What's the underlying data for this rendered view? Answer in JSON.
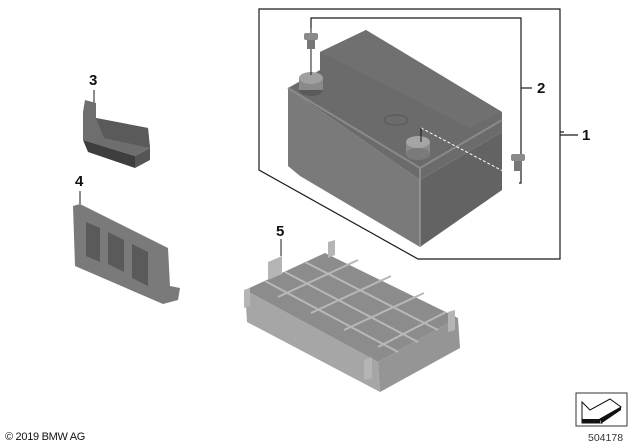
{
  "diagram": {
    "type": "parts-exploded-view",
    "subject": "Battery assembly",
    "callouts": [
      {
        "id": "1",
        "label": "1",
        "part": "battery"
      },
      {
        "id": "2",
        "label": "2",
        "part": "terminal-screw"
      },
      {
        "id": "3",
        "label": "3",
        "part": "terminal-cover"
      },
      {
        "id": "4",
        "label": "4",
        "part": "battery-holder-bracket"
      },
      {
        "id": "5",
        "label": "5",
        "part": "battery-tray"
      }
    ]
  },
  "footer": {
    "copyright": "© 2019 BMW AG",
    "diagram_number": "504178"
  },
  "colors": {
    "battery_top": "#6e6e6e",
    "battery_front": "#777777",
    "battery_side": "#5e5e5e",
    "tray": "#a3a3a3",
    "line": "#1a1a1a"
  }
}
